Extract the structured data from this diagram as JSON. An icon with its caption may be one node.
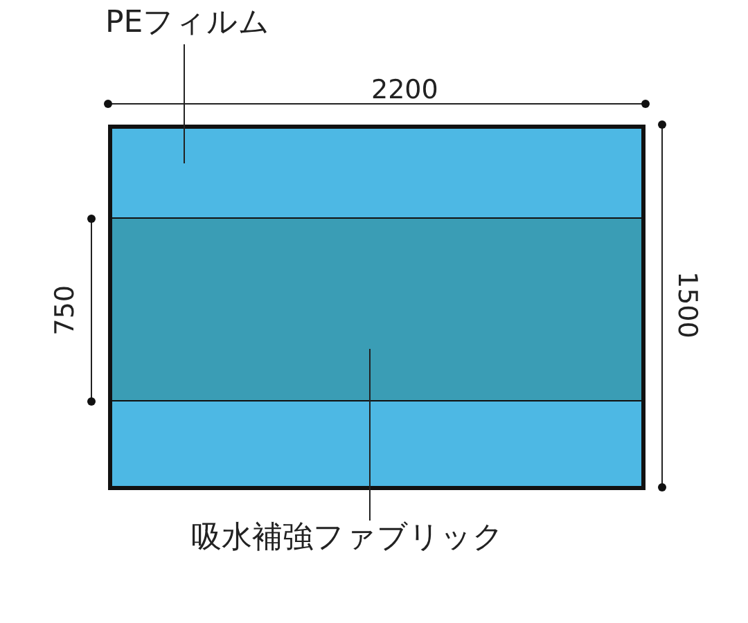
{
  "diagram": {
    "nodes": [
      {
        "text": [
          "PEフィルム"
        ]
      },
      {
        "text": [],
        "shape": "box"
      },
      {
        "text": [],
        "shape": "box"
      },
      {
        "text": [],
        "shape": "box"
      },
      {
        "text": [
          "吸水補強ファブリック"
        ]
      }
    ],
    "edges": [
      {
        "from": 0,
        "to": 1,
        "arrow": "none"
      },
      {
        "from": 4,
        "to": 2,
        "arrow": "none"
      }
    ],
    "labels": [
      "2200",
      "750",
      "1500"
    ]
  }
}
